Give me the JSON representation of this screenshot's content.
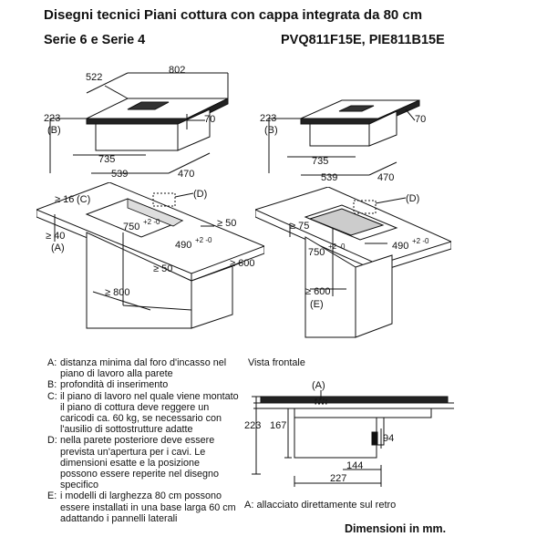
{
  "header": {
    "title": "Disegni tecnici Piani cottura con cappa integrata da 80 cm",
    "series": "Serie 6 e Serie 4",
    "models": "PVQ811F15E, PIE811B15E"
  },
  "diagram_top_left": {
    "dims": {
      "w802": "802",
      "w522": "522",
      "h223": "223",
      "b": "(B)",
      "h70": "70",
      "d735": "735",
      "d539": "539",
      "d470": "470"
    }
  },
  "diagram_top_right": {
    "dims": {
      "h223": "223",
      "b": "(B)",
      "h70": "70",
      "d735": "735",
      "d539": "539",
      "d470": "470"
    }
  },
  "diagram_mid_left": {
    "dims": {
      "c16": "≥ 16",
      "c": "(C)",
      "d": "(D)",
      "a40": "≥ 40",
      "a": "(A)",
      "w750": "750",
      "tol750": "+2 -0",
      "w490": "490",
      "tol490": "+2 -0",
      "g50a": "≥ 50",
      "g50b": "≥ 50",
      "g600": "≥ 600",
      "g800": "≥ 800"
    }
  },
  "diagram_mid_right": {
    "dims": {
      "d": "(D)",
      "g75": "≥ 75",
      "w750": "750",
      "tol750": "+2 -0",
      "w490": "490",
      "tol490": "+2 -0",
      "g600": "≥ 600",
      "e": "(E)"
    }
  },
  "legend": [
    {
      "key": "A:",
      "text": "distanza minima dal foro d'incasso nel piano di lavoro alla parete"
    },
    {
      "key": "B:",
      "text": "profondità di inserimento"
    },
    {
      "key": "C:",
      "text": "il piano di lavoro nel quale viene montato il piano di cottura deve reggere un caricodi ca. 60 kg, se necessario con l'ausilio di sottostrutture adatte"
    },
    {
      "key": "D:",
      "text": "nella parete posteriore deve essere prevista un'apertura per i cavi. Le dimensioni esatte e la posizione possono essere reperite nel disegno specifico"
    },
    {
      "key": "E:",
      "text": "i modelli di larghezza 80 cm possono essere installati in una base larga 60 cm adattando i pannelli laterali"
    }
  ],
  "front_view": {
    "title": "Vista frontale",
    "a": "(A)",
    "h223": "223",
    "h167": "167",
    "h94": "94",
    "w144": "144",
    "w227": "227"
  },
  "note": "A: allacciato direttamente sul retro",
  "units": "Dimensioni in mm."
}
